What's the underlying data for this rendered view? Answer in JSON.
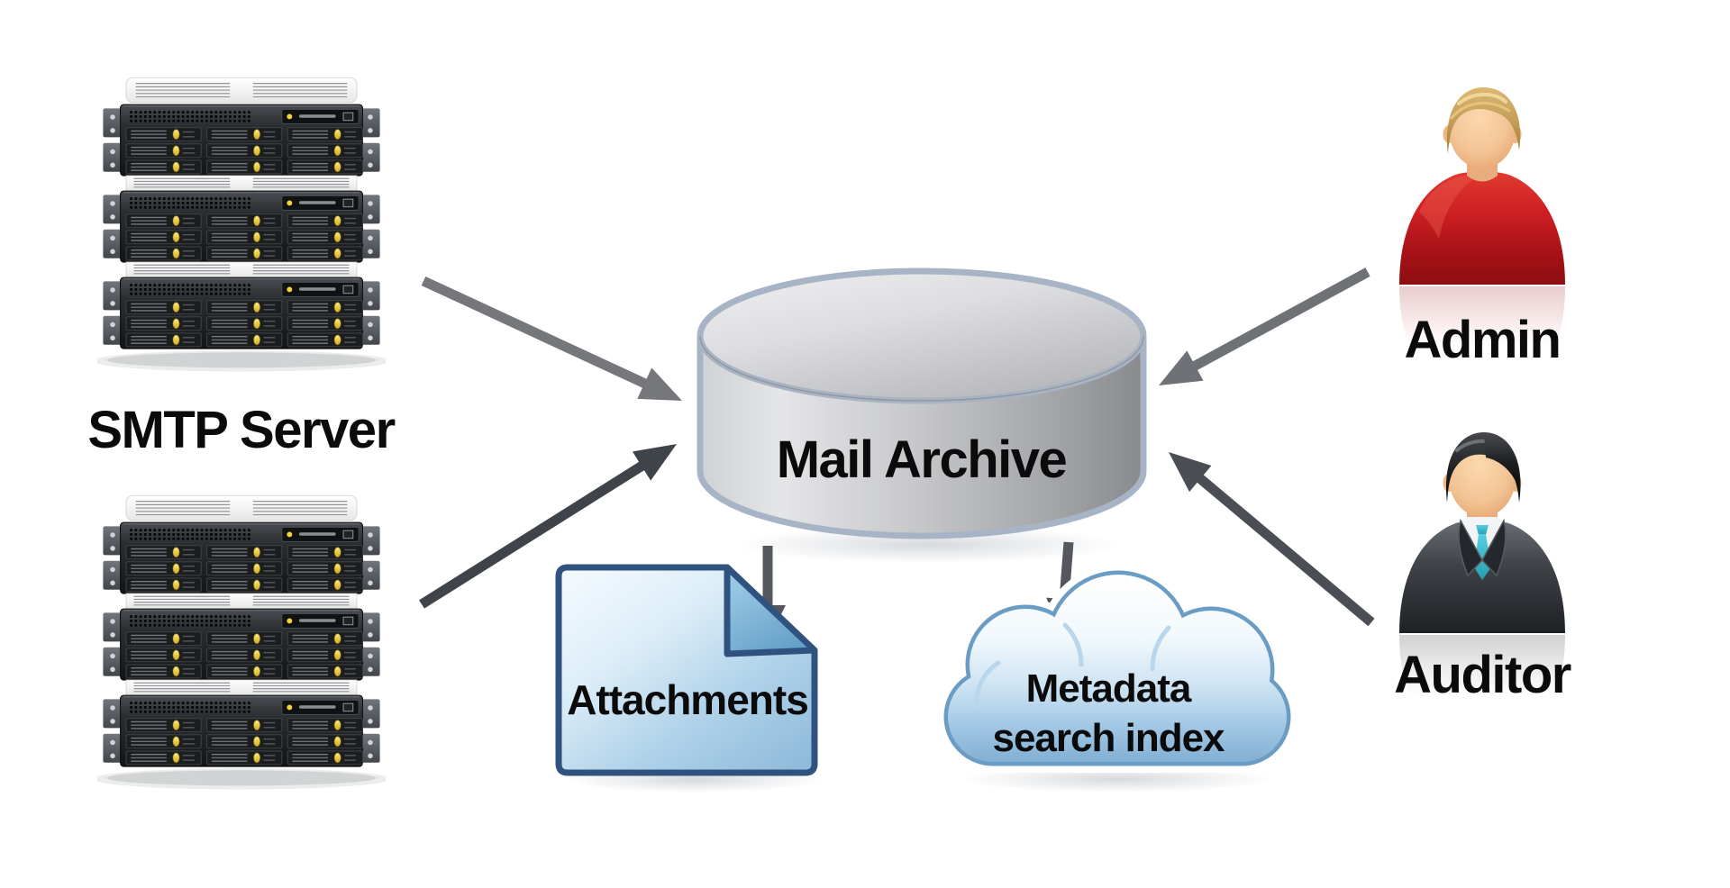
{
  "diagram": {
    "background_color": "#ffffff",
    "nodes": {
      "smtp_server": {
        "label": "SMTP Server",
        "icon": "server-rack-icon"
      },
      "mail_archive": {
        "label": "Mail Archive",
        "icon": "database-cylinder-icon",
        "color": "#b9bcc0",
        "border_color": "#a6b4c6"
      },
      "attachments": {
        "label": "Attachments",
        "icon": "document-folded-corner-icon",
        "color": "#8fbcda",
        "border_color": "#30527e"
      },
      "metadata_index": {
        "label_lines": [
          "Metadata",
          "search index"
        ],
        "icon": "cloud-icon",
        "color": "#7fadd2",
        "border_color": "#6b9cc4"
      },
      "admin": {
        "label": "Admin",
        "icon": "admin-user-icon",
        "color": "#c01b1d"
      },
      "auditor": {
        "label": "Auditor",
        "icon": "auditor-user-icon",
        "color": "#3fc0d4"
      }
    },
    "edges": [
      {
        "from": "smtp_server",
        "to": "mail_archive",
        "via": "top"
      },
      {
        "from": "smtp_server",
        "to": "mail_archive",
        "via": "bottom"
      },
      {
        "from": "admin",
        "to": "mail_archive",
        "via": ""
      },
      {
        "from": "auditor",
        "to": "mail_archive",
        "via": ""
      },
      {
        "from": "mail_archive",
        "to": "attachments",
        "via": ""
      },
      {
        "from": "mail_archive",
        "to": "metadata_index",
        "via": ""
      }
    ],
    "arrow_color": "#5c5f63",
    "led_color": "#f0d040"
  }
}
